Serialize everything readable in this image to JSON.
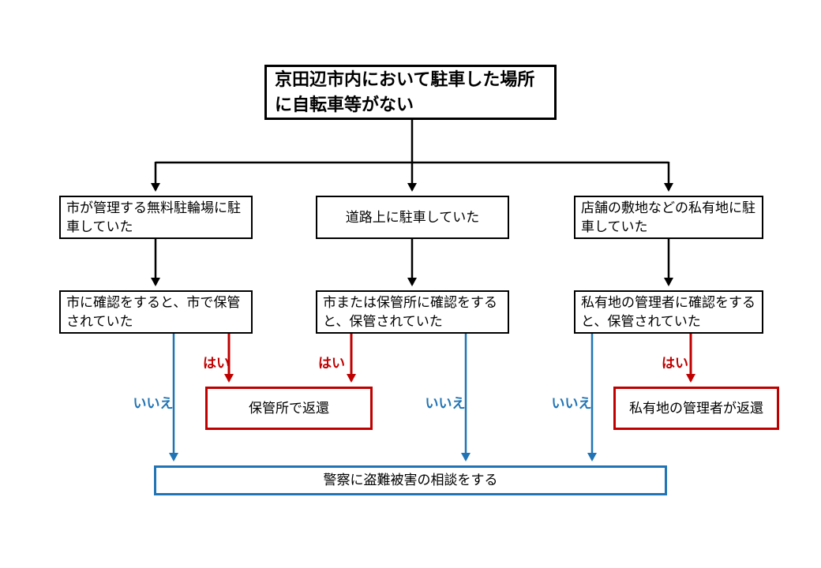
{
  "colors": {
    "connector_black": "#000000",
    "yes_red": "#c00000",
    "no_blue": "#2074b5",
    "box_background": "#ffffff"
  },
  "nodes": {
    "root": "京田辺市内において駐車した場所に自転車等がない",
    "parked_city_lot": "市が管理する無料駐輪場に駐車していた",
    "parked_road": "道路上に駐車していた",
    "parked_private": "店舗の敷地などの私有地に駐車していた",
    "check_city": "市に確認をすると、市で保管されていた",
    "check_storage": "市または保管所に確認をすると、保管されていた",
    "check_private": "私有地の管理者に確認をすると、保管されていた",
    "return_storage": "保管所で返還",
    "return_private": "私有地の管理者が返還",
    "police": "警察に盗難被害の相談をする"
  },
  "edge_labels": {
    "yes": "はい",
    "no": "いいえ"
  }
}
